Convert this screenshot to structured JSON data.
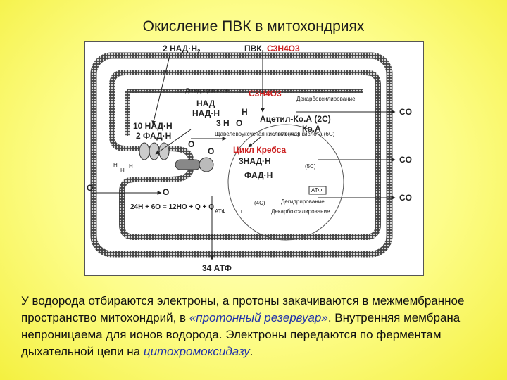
{
  "title": "Окисление ПВК в митохондриях",
  "diagram": {
    "nadh2_top": "2 НАД·Н",
    "nadh2_top_sub": "2",
    "pvk": "ПВК",
    "pvk_formula": "C3H4O3",
    "dehydrogenation": "Дегидрирование",
    "formula_inner": "C3H4O3",
    "decarboxylation": "Декарбоксилирование",
    "nad": "НАД",
    "nadh": "НАД·Н",
    "h2": "Н",
    "acetyl_coa": "Ацетил-Ко.А (2С)",
    "co2": "CO",
    "water": "3 Н",
    "water_tail": "О",
    "coa": "Ко.А",
    "nadh10": "10 НАД·Н",
    "fadh2": "2 ФАД·Н",
    "oxaloacetic": "Щавелевоуксусная кислота (4С)",
    "citric": "Лимонная кислота (6С)",
    "o2": "О",
    "krebs": "Цикл Кребса",
    "nadh3": "3НАД·Н",
    "c5": "(5С)",
    "fadh_cycle": "ФАД·Н",
    "atp_box": "АТФ",
    "h_plus": "Н",
    "c4": "(4С)",
    "dehydro_bottom": "Дегидрирование",
    "decarb_bottom": "Декарбоксилирование",
    "equation": "24Н + 6О",
    "equation_mid": "= 12Н",
    "equation_tail": "О + Q",
    "equation_end": "+ Q",
    "atp_small": "АТФ",
    "t": "т",
    "atp34": "34 АТФ"
  },
  "caption": {
    "part1": "У водорода отбираются электроны, а протоны закачиваются в межмембранное пространство митохондрий, в ",
    "link1": "«протонный резервуар»",
    "part2": ". Внутренняя мембрана непроницаема для ионов водорода. Электроны передаются по ферментам дыхательной цепи на ",
    "link2": "цитохромоксидазу",
    "part3": "."
  }
}
